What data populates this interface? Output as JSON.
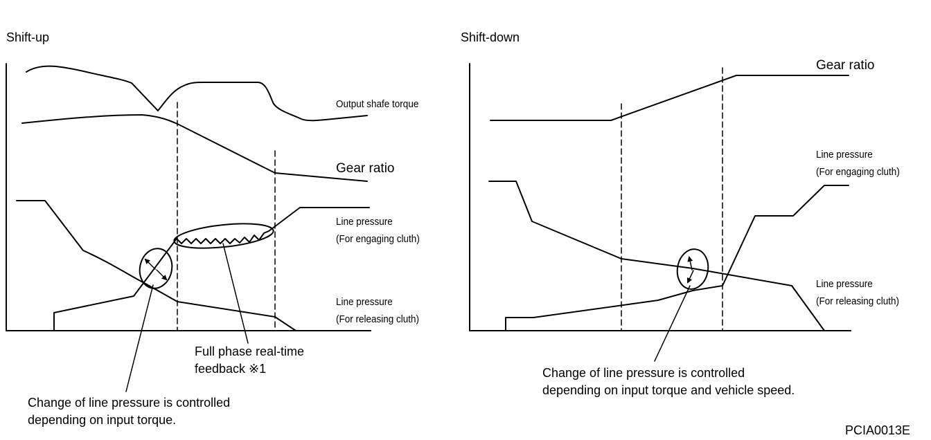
{
  "shift_up": {
    "title": "Shift-up",
    "output_torque_label": "Output shafe torque",
    "gear_ratio_label": "Gear ratio",
    "engaging_label_1": "Line pressure",
    "engaging_label_2": "(For engaging cluth)",
    "releasing_label_1": "Line pressure",
    "releasing_label_2": "(For releasing cluth)",
    "feedback_label_1": "Full phase real-time",
    "feedback_label_2": "feedback ※1",
    "note_1": "Change of line pressure is controlled",
    "note_2": "depending on input torque."
  },
  "shift_down": {
    "title": "Shift-down",
    "gear_ratio_label": "Gear ratio",
    "engaging_label_1": "Line pressure",
    "engaging_label_2": "(For engaging cluth)",
    "releasing_label_1": "Line pressure",
    "releasing_label_2": "(For releasing cluth)",
    "note_1": "Change of line pressure is controlled",
    "note_2": "depending on input torque and vehicle speed."
  },
  "figure_code": "PCIA0013E",
  "colors": {
    "ink": "#000000",
    "background": "#ffffff"
  }
}
